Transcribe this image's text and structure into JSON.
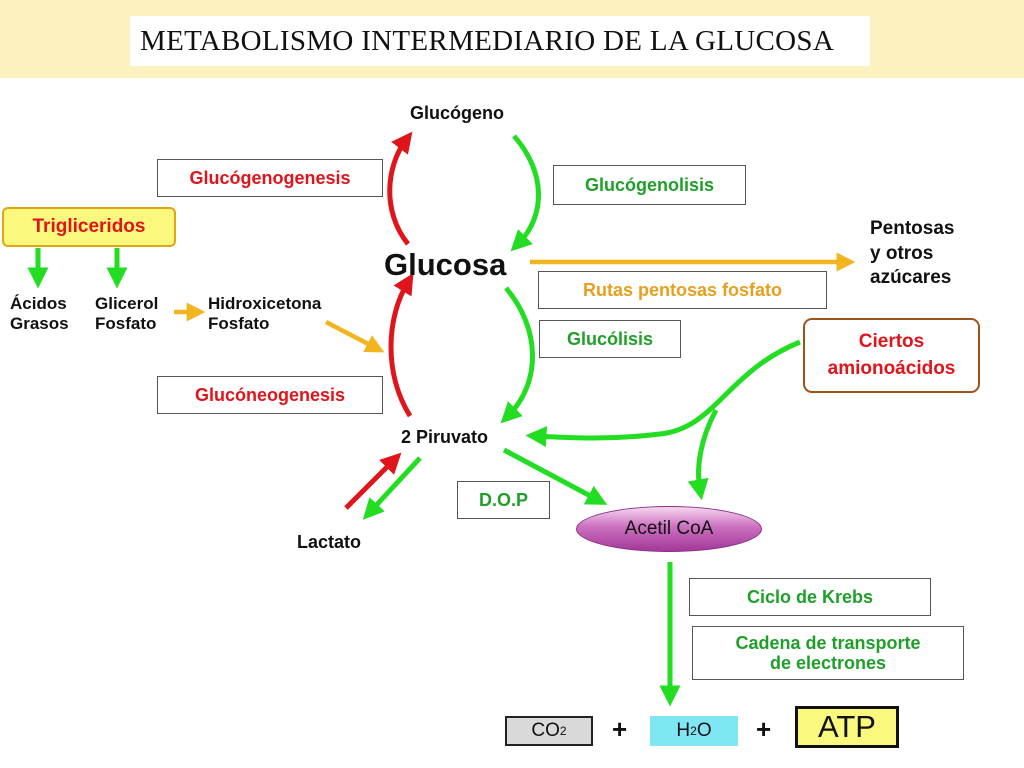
{
  "title": "METABOLISMO INTERMEDIARIO DE LA GLUCOSA",
  "nodes": {
    "glucogeno": "Glucógeno",
    "glucosa": "Glucosa",
    "piruvato": "2 Piruvato",
    "lactato": "Lactato",
    "trigliceridos": "Trigliceridos",
    "acidos_grasos": [
      "Ácidos",
      "Grasos"
    ],
    "glicerol_fosfato": [
      "Glicerol",
      "Fosfato"
    ],
    "hidroxicetona_fosfato": [
      "Hidroxicetona",
      "Fosfato"
    ],
    "pentosas": [
      "Pentosas",
      "y otros",
      "azúcares"
    ],
    "aminoacidos": [
      "Ciertos",
      "amionoácidos"
    ],
    "acetil_coa": "Acetil CoA"
  },
  "processes": {
    "glucogenogenesis": "Glucógenogenesis",
    "glucogenolisis": "Glucógenolisis",
    "rutas_pentosas": "Rutas pentosas fosfato",
    "glucolisis": "Glucólisis",
    "gluconeogenesis": "Glucóneogenesis",
    "dop": "D.O.P",
    "krebs": "Ciclo de Krebs",
    "cadena": [
      "Cadena de transporte",
      "de electrones"
    ]
  },
  "products": {
    "co2": "CO",
    "co2_sub": "2",
    "h2o_h": "H",
    "h2o_sub": "2",
    "h2o_o": "O",
    "atp": "ATP",
    "plus": "+"
  },
  "colors": {
    "banner": "#fcf2bf",
    "red_arrow": "#e0141b",
    "green_arrow": "#22dd22",
    "orange_arrow": "#f2b41f",
    "red_text": "#e0141b",
    "green_text": "#1f9f2a",
    "orange_text": "#e7a01d",
    "h2o_fill": "#7fe7f4",
    "atp_fill": "#fbf97d"
  }
}
